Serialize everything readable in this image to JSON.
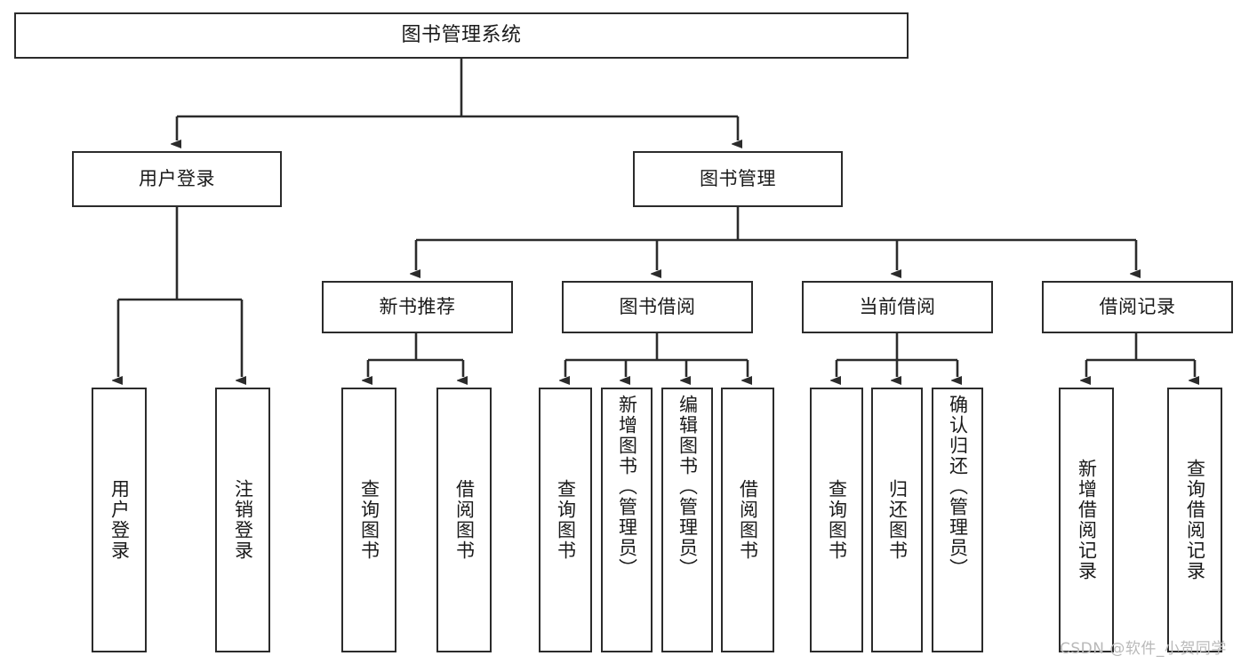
{
  "diagram": {
    "title": "图书管理系统",
    "type": "tree-hierarchy",
    "colors": {
      "stroke": "#2b2b2b",
      "fill": "#ffffff",
      "text": "#1a1a1a",
      "watermark": "#b9b9b9"
    },
    "nodes": {
      "root": {
        "label": "图书管理系统"
      },
      "level2": [
        {
          "label": "用户登录"
        },
        {
          "label": "图书管理"
        }
      ],
      "level3": [
        {
          "label": "新书推荐"
        },
        {
          "label": "图书借阅"
        },
        {
          "label": "当前借阅"
        },
        {
          "label": "借阅记录"
        }
      ],
      "leaves_user_login": [
        {
          "label": "用户登录"
        },
        {
          "label": "注销登录"
        }
      ],
      "leaves_new_book": [
        {
          "label": "查询图书"
        },
        {
          "label": "借阅图书"
        }
      ],
      "leaves_borrow": [
        {
          "label": "查询图书"
        },
        {
          "label": "新增图书（管理员）"
        },
        {
          "label": "编辑图书（管理员）"
        },
        {
          "label": "借阅图书"
        }
      ],
      "leaves_current": [
        {
          "label": "查询图书"
        },
        {
          "label": "归还图书"
        },
        {
          "label": "确认归还（管理员）"
        }
      ],
      "leaves_record": [
        {
          "label": "新增借阅记录"
        },
        {
          "label": "查询借阅记录"
        }
      ]
    },
    "watermark": "CSDN @软件_小贺同学"
  }
}
